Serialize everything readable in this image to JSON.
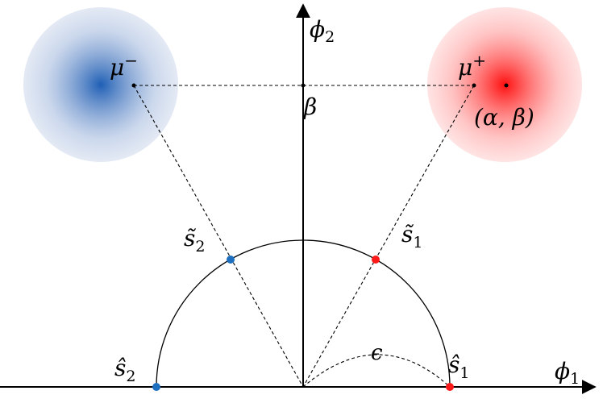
{
  "labels": {
    "phi2_axis": "ϕ",
    "phi2_sub": "2",
    "phi1_axis": "ϕ",
    "phi1_sub": "1",
    "mu_minus": "μ",
    "mu_minus_sup": "−",
    "mu_plus": "μ",
    "mu_plus_sup": "+",
    "beta": "β",
    "alpha_beta": "(α, β)",
    "s1_tilde": "s̃",
    "s1_tilde_sub": "1",
    "s2_tilde": "s̃",
    "s2_tilde_sub": "2",
    "s1_hat": "ŝ",
    "s1_hat_sub": "1",
    "s2_hat": "ŝ",
    "s2_hat_sub": "2",
    "epsilon": "ϵ"
  },
  "colors": {
    "blue": "#1f6fbf",
    "red": "#ff1a1a",
    "blue_cloud": "#2a5db0",
    "red_cloud": "#ff2020",
    "ink": "#000000"
  }
}
